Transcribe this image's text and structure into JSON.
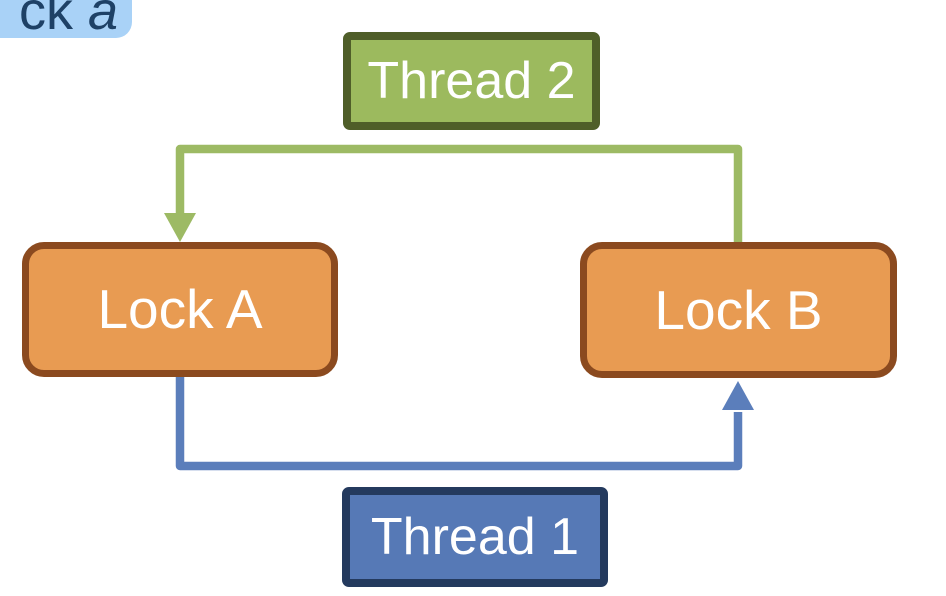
{
  "highlight": {
    "text_regular": "ck ",
    "text_italic": "a"
  },
  "nodes": {
    "thread2": {
      "label": "Thread 2",
      "shape": "rectangle",
      "color_key": "green_fill"
    },
    "thread1": {
      "label": "Thread 1",
      "shape": "rectangle",
      "color_key": "blue_fill"
    },
    "lockA": {
      "label": "Lock A",
      "shape": "rounded-rectangle",
      "color_key": "orange_fill"
    },
    "lockB": {
      "label": "Lock B",
      "shape": "rounded-rectangle",
      "color_key": "orange_fill"
    }
  },
  "connectors": {
    "thread2_edge": {
      "from": "Lock B",
      "to": "Lock A",
      "style": "elbow-arrow",
      "color_key": "arrow_green"
    },
    "thread1_edge": {
      "from": "Lock A",
      "to": "Lock B",
      "style": "elbow-arrow",
      "color_key": "arrow_blue"
    }
  },
  "colors": {
    "green_fill": "#9CBA5E",
    "green_border": "#4F5E29",
    "orange_fill": "#E89B52",
    "orange_border": "#8B4A1F",
    "blue_fill": "#5679B6",
    "blue_border": "#243A5E",
    "arrow_green": "#9DBA64",
    "arrow_blue": "#5B7EBB",
    "highlight_bg": "#A9D2F7",
    "highlight_text": "#1E4166",
    "node_text": "#FFFFFF"
  }
}
